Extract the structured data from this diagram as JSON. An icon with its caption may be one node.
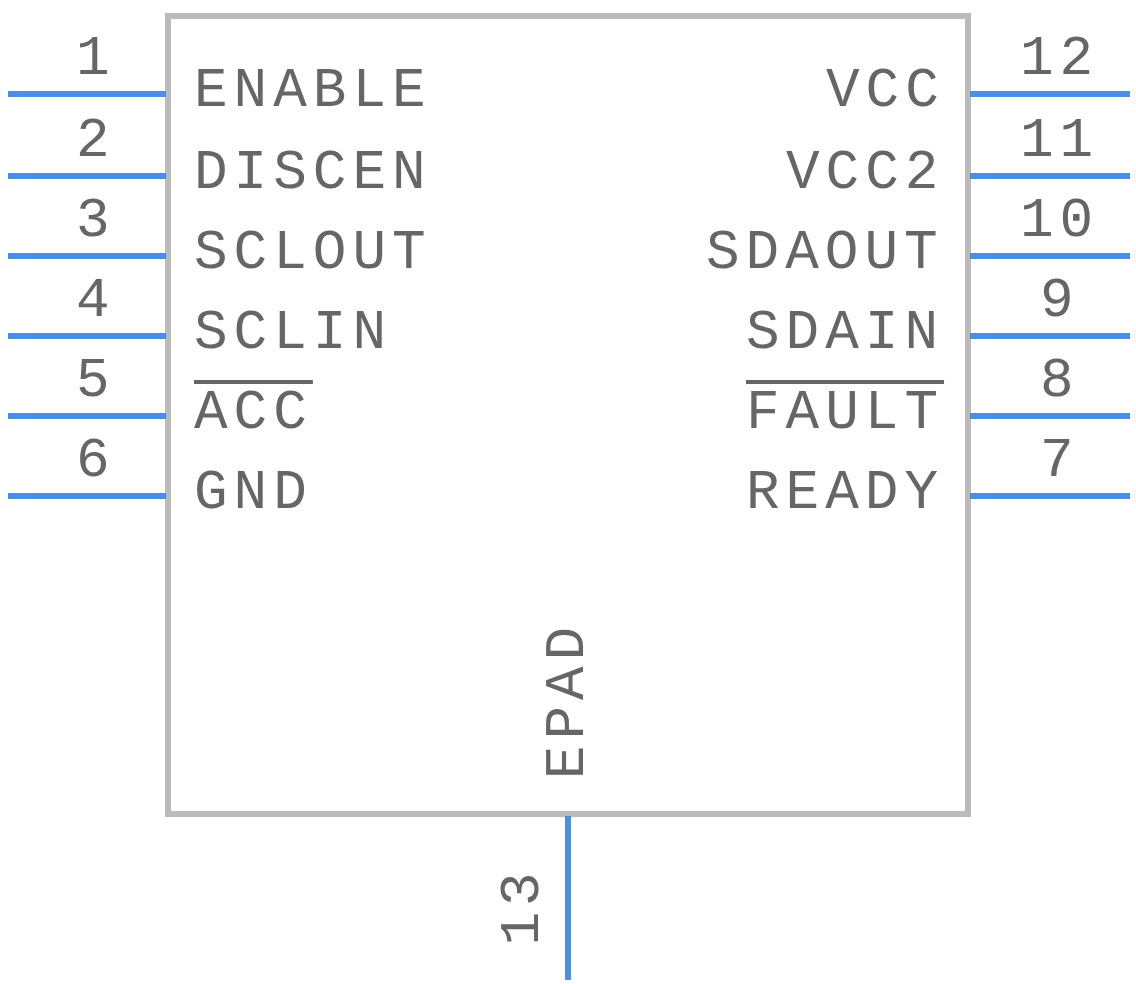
{
  "diagram": {
    "labels": [
      "1",
      "ENABLE",
      "VCC",
      "12",
      "2",
      "DISCEN",
      "VCC2",
      "11",
      "3",
      "SCLOUT",
      "SDAOUT",
      "10",
      "4",
      "SCLIN",
      "SDAIN",
      "9",
      "5",
      "ACC",
      "FAULT",
      "8",
      "6",
      "GND",
      "READY",
      "7",
      "EPAD",
      "13"
    ]
  }
}
